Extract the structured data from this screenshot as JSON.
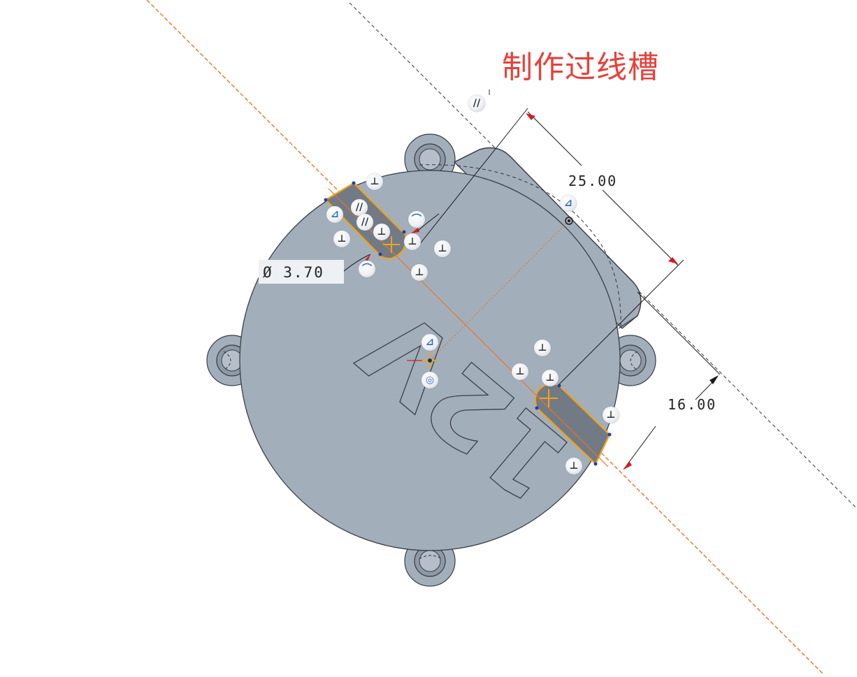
{
  "annotation": {
    "title": "制作过线槽",
    "color": "#e8403a"
  },
  "dimensions": {
    "distance_top": "25.00",
    "distance_bottom": "16.00",
    "diameter": "Ø 3.70"
  },
  "embossed_text": "12V",
  "colors": {
    "part_face": "#a3aebb",
    "slot_fill": "#727b85",
    "slot_outline": "#f2a313",
    "centerline": "#e8742a",
    "dimension_arrow": "#d01e1e",
    "construction_line": "#333333"
  },
  "constraint_glyphs": [
    {
      "name": "parallel-constraint-icon",
      "symbol": "//"
    },
    {
      "name": "parallel-constraint-icon",
      "symbol": "//"
    },
    {
      "name": "parallel-constraint-icon",
      "symbol": "//"
    },
    {
      "name": "tangent-constraint-icon",
      "symbol": "⌒"
    },
    {
      "name": "tangent-constraint-icon",
      "symbol": "⌒"
    },
    {
      "name": "coincident-constraint-icon",
      "symbol": "⊥"
    },
    {
      "name": "coincident-constraint-icon",
      "symbol": "⊥"
    },
    {
      "name": "coincident-constraint-icon",
      "symbol": "⊥"
    },
    {
      "name": "coincident-constraint-icon",
      "symbol": "⊥"
    },
    {
      "name": "coincident-constraint-icon",
      "symbol": "⊥"
    },
    {
      "name": "coincident-constraint-icon",
      "symbol": "⊥"
    },
    {
      "name": "coincident-constraint-icon",
      "symbol": "⊥"
    },
    {
      "name": "coincident-constraint-icon",
      "symbol": "⊥"
    },
    {
      "name": "coincident-constraint-icon",
      "symbol": "⊥"
    },
    {
      "name": "on-entity-constraint-icon",
      "symbol": "⊿"
    },
    {
      "name": "on-entity-constraint-icon",
      "symbol": "⊿"
    },
    {
      "name": "on-entity-constraint-icon",
      "symbol": "⊿"
    },
    {
      "name": "origin-constraint-icon",
      "symbol": "◎"
    }
  ]
}
